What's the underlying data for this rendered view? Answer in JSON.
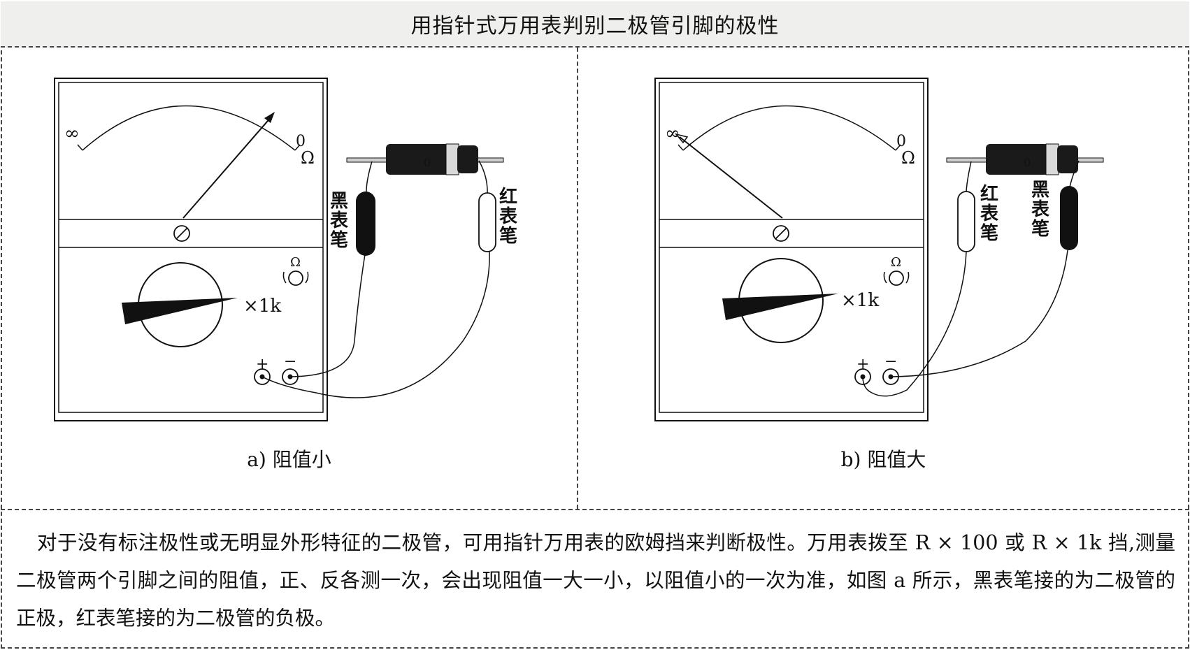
{
  "title": "用指针式万用表判别二极管引脚的极性",
  "panels": [
    {
      "caption": "a) 阻值小",
      "scale_infinity": "∞",
      "scale_zero": "0",
      "scale_ohm": "Ω",
      "zero_adjust_symbol": "⊘",
      "knob_ohm": "Ω",
      "range_label": "×1k",
      "plus": "+",
      "minus": "−",
      "left_probe_label": [
        "黑",
        "表",
        "笔"
      ],
      "right_probe_label": [
        "红",
        "表",
        "笔"
      ],
      "diode_mark": "0",
      "needle_reading": "low resistance"
    },
    {
      "caption": "b) 阻值大",
      "scale_infinity": "∞",
      "scale_zero": "0",
      "scale_ohm": "Ω",
      "zero_adjust_symbol": "⊘",
      "knob_ohm": "Ω",
      "range_label": "×1k",
      "plus": "+",
      "minus": "−",
      "left_probe_label": [
        "红",
        "表",
        "笔"
      ],
      "right_probe_label": [
        "黑",
        "表",
        "笔"
      ],
      "diode_mark": "0",
      "needle_reading": "high resistance"
    }
  ],
  "description": "对于没有标注极性或无明显外形特征的二极管，可用指针万用表的欧姆挡来判断极性。万用表拨至 R × 100 或 R × 1k 挡,测量二极管两个引脚之间的阻值，正、反各测一次，会出现阻值一大一小，以阻值小的一次为准，如图 a 所示，黑表笔接的为二极管的正极，红表笔接的为二极管的负极。"
}
